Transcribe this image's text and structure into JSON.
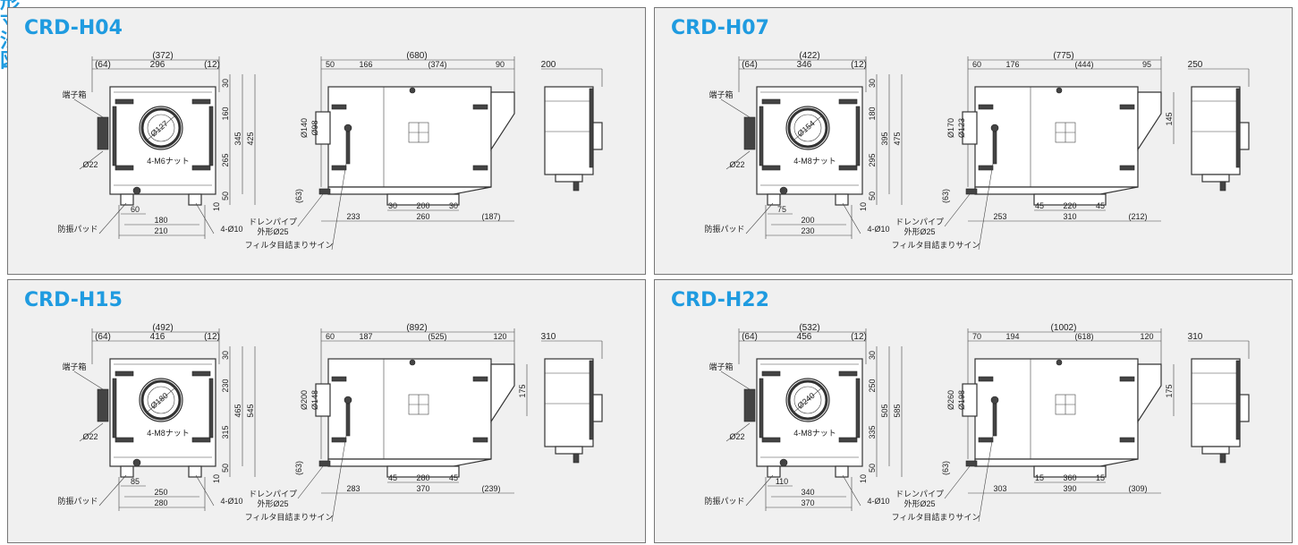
{
  "page": {
    "accent_color": "#1f9be0",
    "border_color": "#777777",
    "panel_background": "#f0f0f0",
    "heading": "外形寸法図"
  },
  "panels": [
    {
      "title": "CRD-H04",
      "front": {
        "overall": "(372)",
        "left": "(64)",
        "width": "296",
        "right": "(12)",
        "top_gap": "30",
        "upper": "160",
        "mid": "345",
        "total": "425",
        "lower": "265",
        "bottom_a": "50",
        "bottom_b": "10",
        "pad_inner": "60",
        "pad_mid": "180",
        "pad_outer": "210",
        "port_dia": "Ø127",
        "nut": "4-M6ナット",
        "cable_dia": "Ø22",
        "terminal_box": "端子箱",
        "vibration_pad": "防振パッド",
        "holes": "4-Ø10"
      },
      "side": {
        "overall": "(680)",
        "seg1": "50",
        "seg2": "166",
        "seg3": "(374)",
        "seg4": "90",
        "back_depth": "200",
        "outer_dia": "Ø140",
        "inner_dia": "Ø98",
        "base_height": "(63)",
        "foot_a": "30",
        "foot_mid": "200",
        "foot_b": "30",
        "len_left": "233",
        "len_mid": "260",
        "len_right": "(187)",
        "drain_pipe": "ドレンパイプ",
        "drain_dia": "外形Ø25",
        "filter_sign": "フィルタ目詰まりサイン"
      }
    },
    {
      "title": "CRD-H07",
      "front": {
        "overall": "(422)",
        "left": "(64)",
        "width": "346",
        "right": "(12)",
        "top_gap": "30",
        "upper": "180",
        "mid": "395",
        "total": "475",
        "lower": "295",
        "bottom_a": "50",
        "bottom_b": "10",
        "pad_inner": "75",
        "pad_mid": "200",
        "pad_outer": "230",
        "port_dia": "Ø154",
        "nut": "4-M8ナット",
        "cable_dia": "Ø22",
        "terminal_box": "端子箱",
        "vibration_pad": "防振パッド",
        "holes": "4-Ø10"
      },
      "side": {
        "overall": "(775)",
        "seg1": "60",
        "seg2": "176",
        "seg3": "(444)",
        "seg4": "95",
        "back_depth": "250",
        "right_height": "145",
        "outer_dia": "Ø170",
        "inner_dia": "Ø123",
        "base_height": "(63)",
        "foot_a": "45",
        "foot_mid": "220",
        "foot_b": "45",
        "len_left": "253",
        "len_mid": "310",
        "len_right": "(212)",
        "drain_pipe": "ドレンパイプ",
        "drain_dia": "外形Ø25",
        "filter_sign": "フィルタ目詰まりサイン"
      }
    },
    {
      "title": "CRD-H15",
      "front": {
        "overall": "(492)",
        "left": "(64)",
        "width": "416",
        "right": "(12)",
        "top_gap": "30",
        "upper": "230",
        "mid": "465",
        "total": "545",
        "lower": "315",
        "bottom_a": "50",
        "bottom_b": "10",
        "pad_inner": "85",
        "pad_mid": "250",
        "pad_outer": "280",
        "port_dia": "Ø180",
        "nut": "4-M8ナット",
        "cable_dia": "Ø22",
        "terminal_box": "端子箱",
        "vibration_pad": "防振パッド",
        "holes": "4-Ø10"
      },
      "side": {
        "overall": "(892)",
        "seg1": "60",
        "seg2": "187",
        "seg3": "(525)",
        "seg4": "120",
        "back_depth": "310",
        "right_height": "175",
        "outer_dia": "Ø200",
        "inner_dia": "Ø148",
        "base_height": "(63)",
        "foot_a": "45",
        "foot_mid": "280",
        "foot_b": "45",
        "len_left": "283",
        "len_mid": "370",
        "len_right": "(239)",
        "drain_pipe": "ドレンパイプ",
        "drain_dia": "外形Ø25",
        "filter_sign": "フィルタ目詰まりサイン"
      }
    },
    {
      "title": "CRD-H22",
      "front": {
        "overall": "(532)",
        "left": "(64)",
        "width": "456",
        "right": "(12)",
        "top_gap": "30",
        "upper": "250",
        "mid": "505",
        "total": "585",
        "lower": "335",
        "bottom_a": "50",
        "bottom_b": "10",
        "pad_inner": "110",
        "pad_mid": "340",
        "pad_outer": "370",
        "port_dia": "Ø240",
        "nut": "4-M8ナット",
        "cable_dia": "Ø22",
        "terminal_box": "端子箱",
        "vibration_pad": "防振パッド",
        "holes": "4-Ø10"
      },
      "side": {
        "overall": "(1002)",
        "seg1": "70",
        "seg2": "194",
        "seg3": "(618)",
        "seg4": "120",
        "back_depth": "310",
        "right_height": "175",
        "outer_dia": "Ø260",
        "inner_dia": "Ø198",
        "base_height": "(63)",
        "foot_a": "15",
        "foot_mid": "360",
        "foot_b": "15",
        "len_left": "303",
        "len_mid": "390",
        "len_right": "(309)",
        "drain_pipe": "ドレンパイプ",
        "drain_dia": "外形Ø25",
        "filter_sign": "フィルタ目詰まりサイン"
      }
    }
  ]
}
